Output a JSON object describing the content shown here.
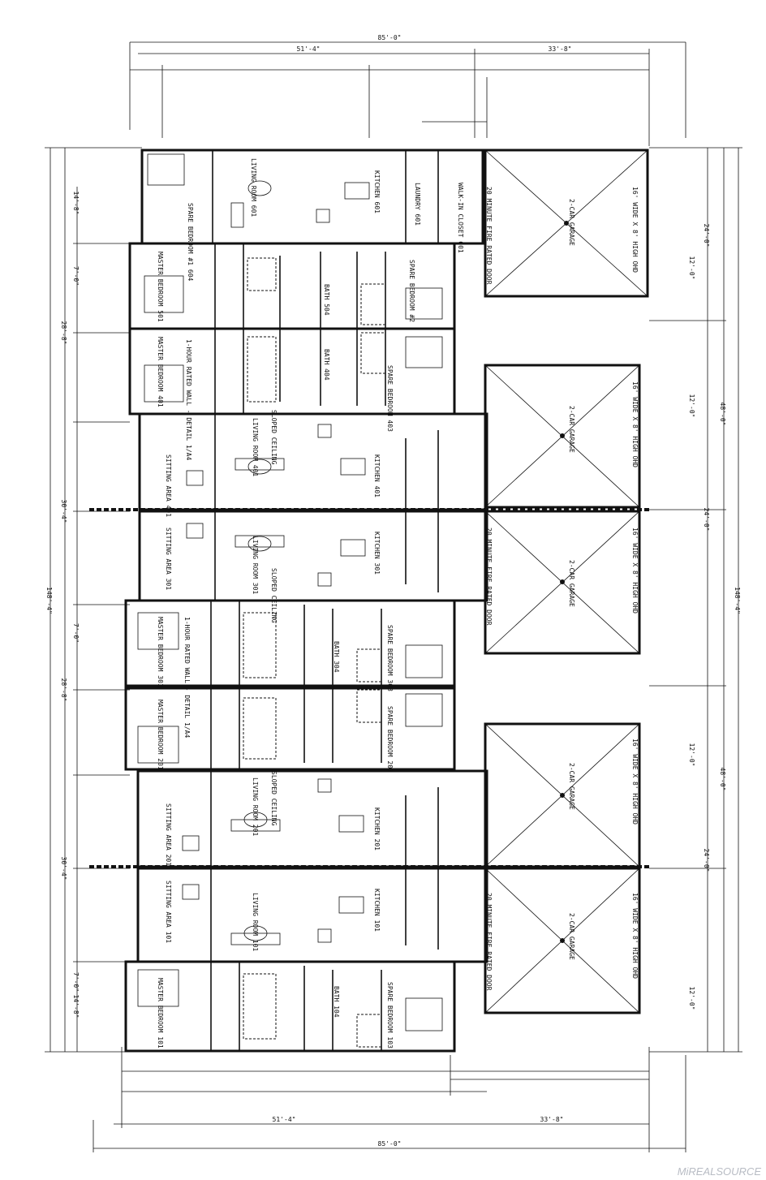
{
  "watermark": "MiREALSOURCE",
  "dims": {
    "overall_width": "85'-0\"",
    "left_segment": "51'-4\"",
    "right_segment": "33'-8\"",
    "unit_length": "148'-4\"",
    "garage_depth": "24'-0\"",
    "garage_pair": "48'-0\"",
    "bay_a": "12'-0\"",
    "bay_b": "7'-0\"",
    "bay_c": "14'-8\"",
    "bay_d": "28'-8\"",
    "bay_e": "30'-4\""
  },
  "rooms": {
    "spare_601": "SPARE BEDROOM #1 604",
    "living_601": "LIVING ROOM 601",
    "kitchen_601": "KITCHEN 601",
    "laundry_601": "LAUNDRY 601",
    "walkin_601": "WALK-IN CLOSET 601",
    "garage_1": "2-CAR GARAGE",
    "master_501": "MASTER BEDROOM 501",
    "bath_504": "BATH 504",
    "spare_502": "SPARE BEDROOM #2",
    "master_401": "MASTER BEDROOM 401",
    "bath_404": "BATH 404",
    "spare_403": "SPARE BEDROOM 403",
    "hour_rated": "1-HOUR RATED WALL - DETAIL 1/A4",
    "living_401": "LIVING ROOM 401",
    "sitting_401": "SITTING AREA 401",
    "kitchen_401": "KITCHEN 401",
    "garage_2": "2-CAR GARAGE",
    "sitting_301": "SITTING AREA 301",
    "living_301": "LIVING ROOM 301",
    "kitchen_301": "KITCHEN 301",
    "garage_3": "2-CAR GARAGE",
    "master_301": "MASTER BEDROOM 301",
    "bath_304": "BATH 304",
    "spare_303": "SPARE BEDROOM 303",
    "master_201": "MASTER BEDROOM 201",
    "spare_203": "SPARE BEDROOM 203",
    "living_201": "LIVING ROOM 201",
    "sitting_201": "SITTING AREA 201",
    "kitchen_201": "KITCHEN 201",
    "garage_4": "2-CAR GARAGE",
    "sitting_101": "SITTING AREA 101",
    "living_101": "LIVING ROOM 101",
    "kitchen_101": "KITCHEN 101",
    "garage_5": "2-CAR GARAGE",
    "master_101": "MASTER BEDROOM 101",
    "bath_104": "BATH 104",
    "spare_103": "SPARE BEDROOM 103",
    "sloped": "SLOPED CEILING",
    "fire_wall": "20 MINUTE FIRE RATED DOOR",
    "ohd": "16' WIDE X 8' HIGH OHD"
  }
}
